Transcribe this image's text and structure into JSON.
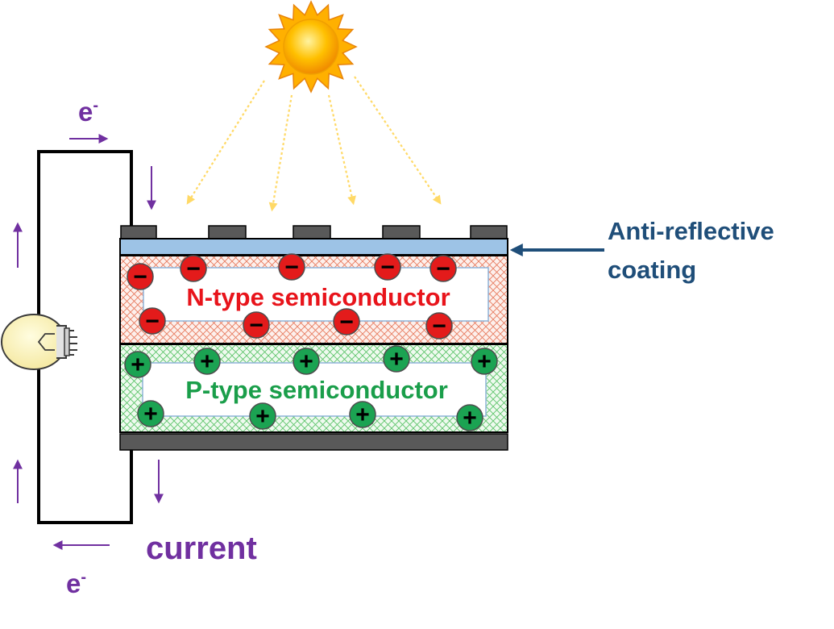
{
  "labels": {
    "n_type": "N-type semiconductor",
    "p_type": "P-type semiconductor",
    "coating_line1": "Anti-reflective",
    "coating_line2": "coating",
    "current": "current",
    "electron_top": "e",
    "electron_top_sup": "-",
    "electron_bottom": "e",
    "electron_bottom_sup": "-"
  },
  "symbols": {
    "negative": "−",
    "positive": "+"
  },
  "colors": {
    "n_type_text": "#e8141b",
    "p_type_text": "#1a9e4a",
    "coating_text": "#1f4e79",
    "purple": "#7030a0",
    "negative_fill": "#e31b1b",
    "positive_fill": "#1ba352",
    "coating_fill": "#9dc3e6",
    "contact_fill": "#595959",
    "sun_core": "#ffc000",
    "ray": "#ffd966"
  }
}
